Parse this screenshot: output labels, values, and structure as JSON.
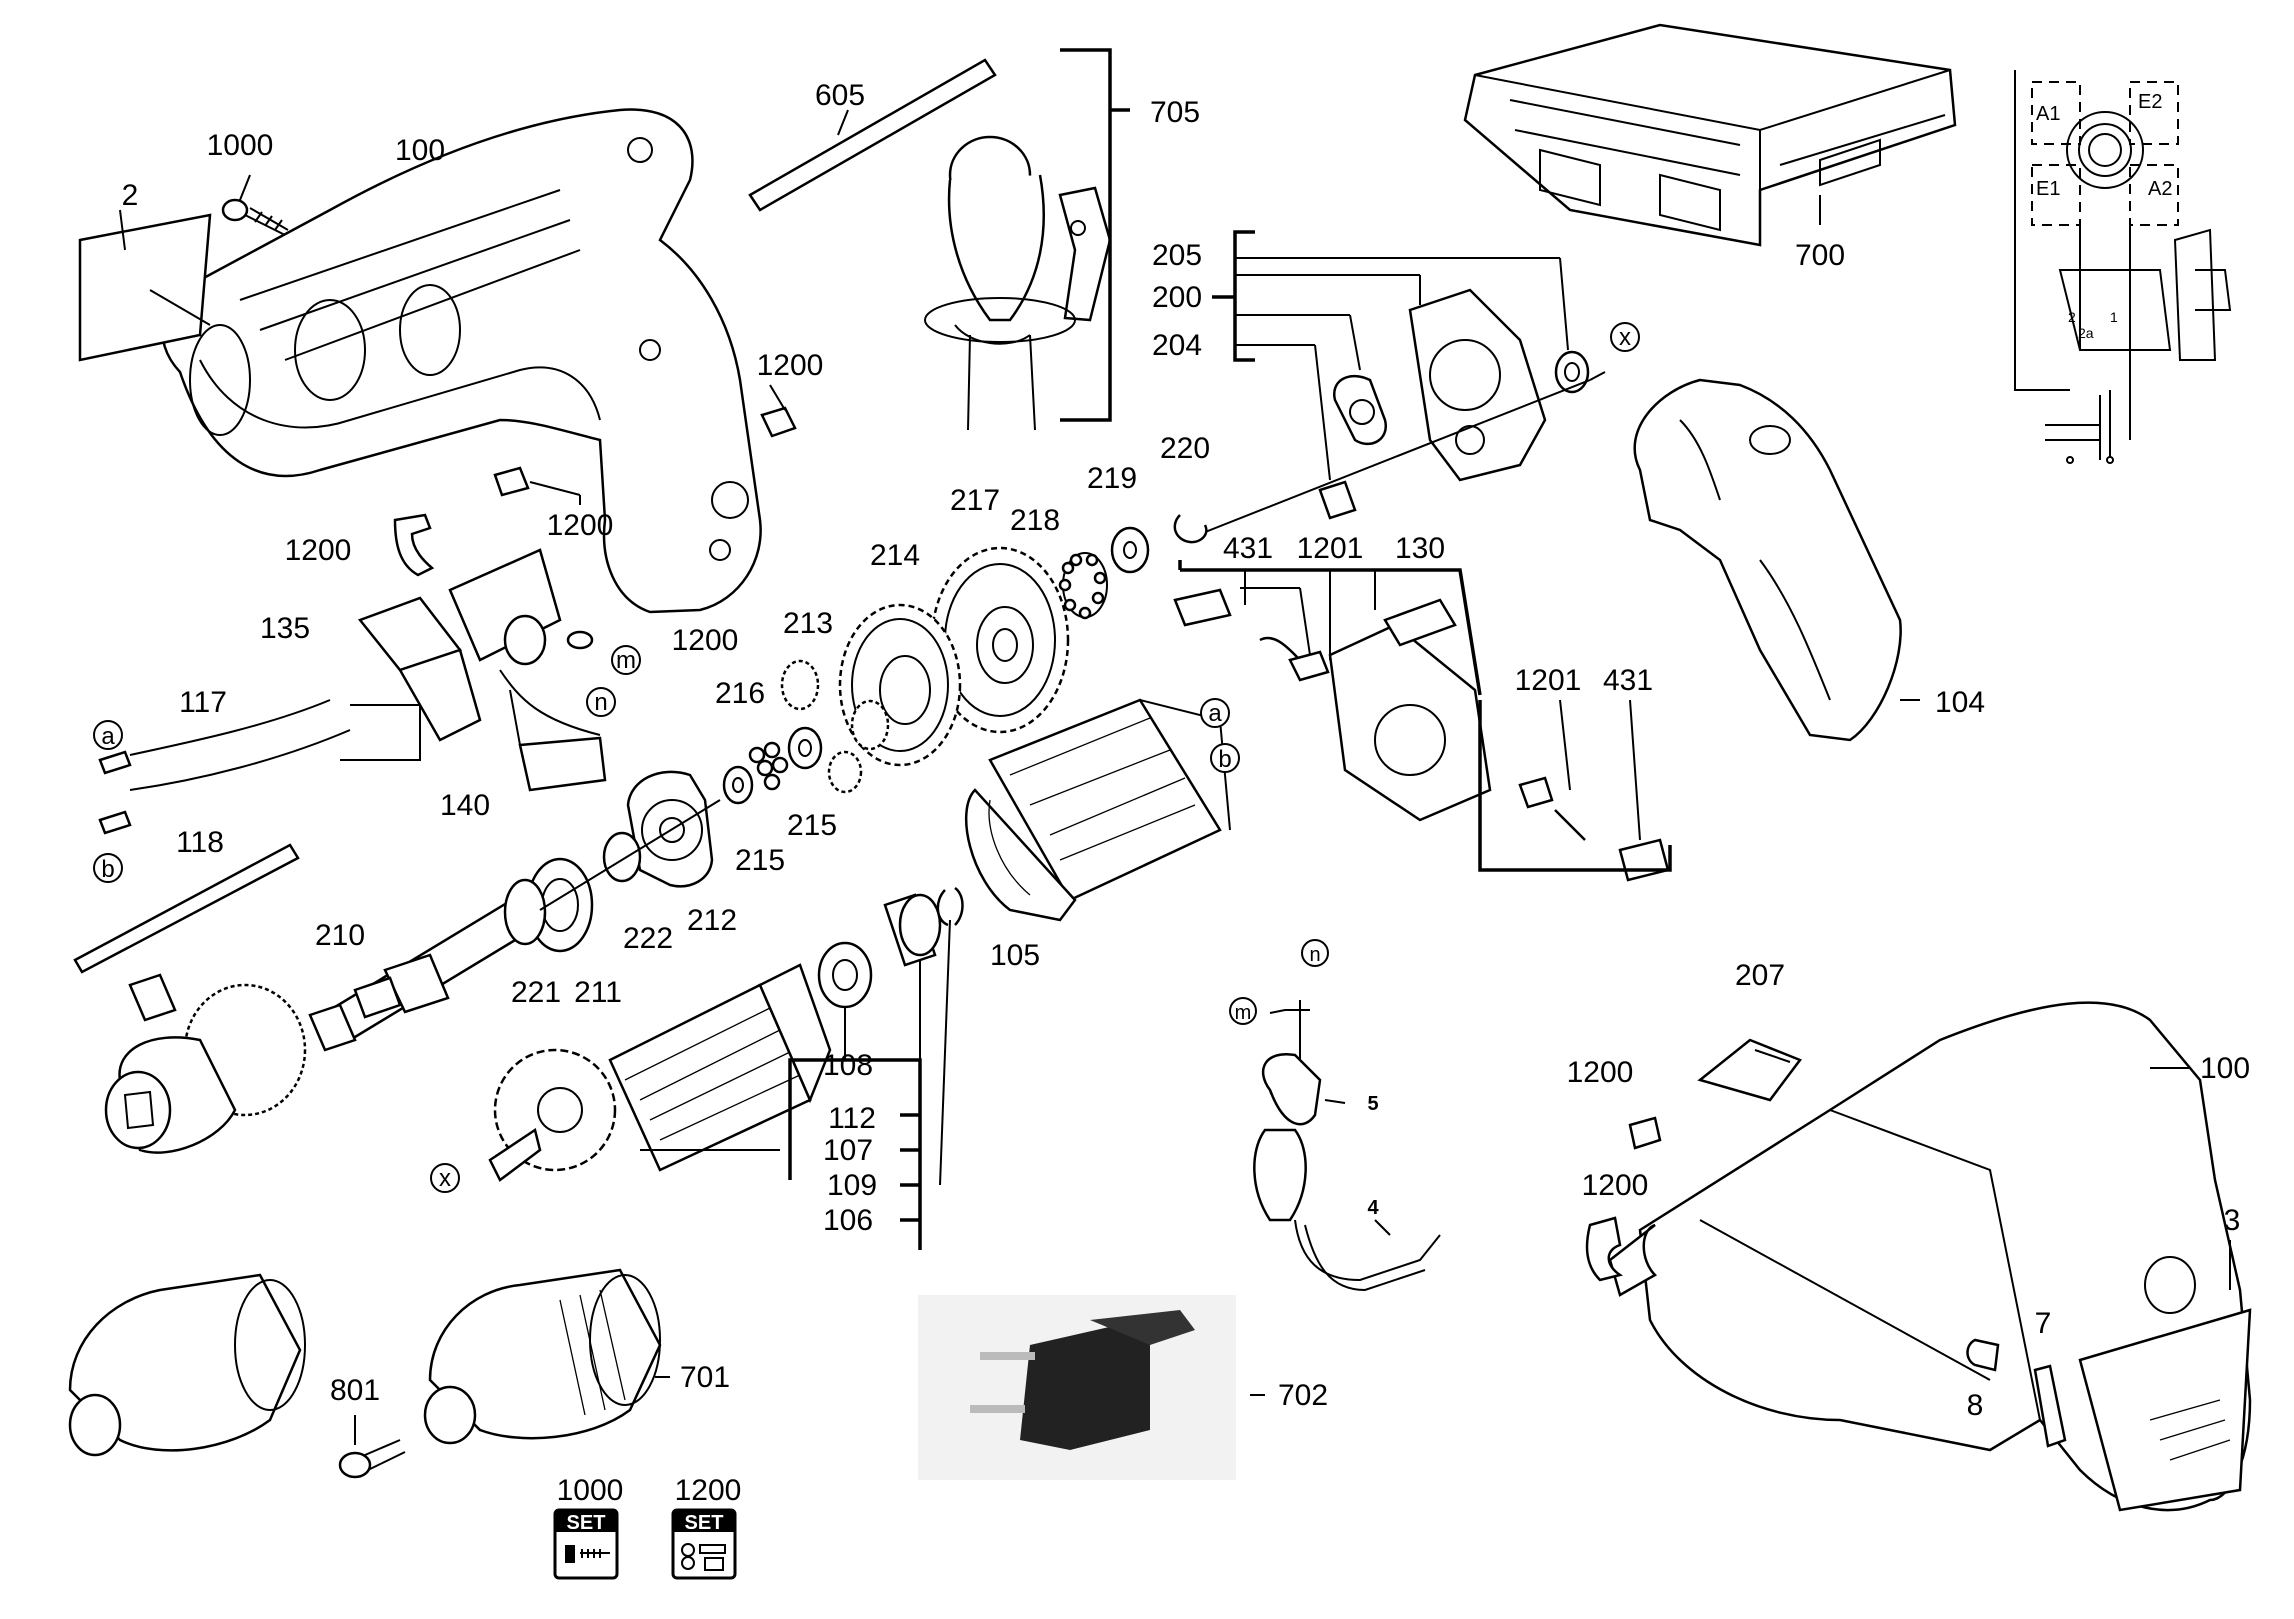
{
  "diagram": {
    "type": "exploded-parts-view",
    "part_numbers": [
      "2",
      "1000",
      "100",
      "605",
      "705",
      "700",
      "205",
      "200",
      "204",
      "1200",
      "220",
      "219",
      "218",
      "217",
      "214",
      "213",
      "216",
      "215",
      "135",
      "117",
      "118",
      "140",
      "212",
      "222",
      "221",
      "211",
      "210",
      "105",
      "108",
      "112",
      "107",
      "109",
      "106",
      "431",
      "1201",
      "130",
      "104",
      "207",
      "3",
      "7",
      "8",
      "801",
      "701",
      "702",
      "5",
      "4"
    ],
    "callout_letters": {
      "a": "a",
      "b": "b",
      "m": "m",
      "n": "n",
      "x": "x"
    },
    "wiring_labels": {
      "a1": "A1",
      "e2": "E2",
      "e1": "E1",
      "a2": "A2",
      "t2": "2",
      "t1": "1",
      "t2a": "2a"
    },
    "set_badges": [
      {
        "number": "1000",
        "label": "SET"
      },
      {
        "number": "1200",
        "label": "SET"
      }
    ]
  }
}
